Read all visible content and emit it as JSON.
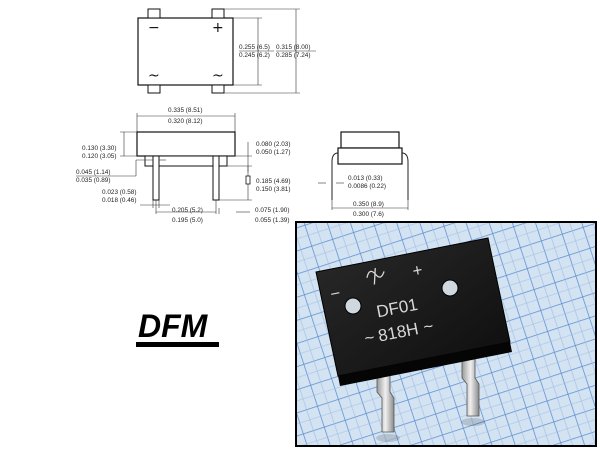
{
  "package_name": "DFM",
  "top_view": {
    "pin_symbols": [
      "−",
      "+",
      "~",
      "~"
    ],
    "height_inner": [
      "0.255 (6.5)",
      "0.245 (6.2)"
    ],
    "height_outer": [
      "0.315 (8.00)",
      "0.285 (7.24)"
    ]
  },
  "side_view": {
    "body_width": [
      "0.335 (8.51)",
      "0.320 (8.12)"
    ],
    "body_height": [
      "0.130 (3.30)",
      "0.120 (3.05)"
    ],
    "standoff": [
      "0.080 (2.03)",
      "0.050 (1.27)"
    ],
    "lead_width": [
      "0.045 (1.14)",
      "0.035 (0.89)"
    ],
    "lead_length": [
      "0.185 (4.69)",
      "0.150 (3.81)"
    ],
    "lead_thickness": [
      "0.023 (0.58)",
      "0.018 (0.46)"
    ],
    "lead_pitch": [
      "0.205 (5.2)",
      "0.195 (5.0)"
    ],
    "lead_end": [
      "0.075 (1.90)",
      "0.055 (1.39)"
    ]
  },
  "end_view": {
    "lead_gauge": [
      "0.013 (0.33)",
      "0.0086 (0.22)"
    ],
    "span": [
      "0.350 (8.9)",
      "0.300 (7.6)"
    ]
  },
  "photo": {
    "marking_line1": "DF01",
    "marking_line2": "818H",
    "symbols": [
      "−",
      "+",
      "~",
      "~"
    ],
    "colors": {
      "chip": "#1a1a1a",
      "grid_paper": "#cfe0f0",
      "grid_line": "#5a8fd0",
      "lead": "#d0d0d0"
    }
  }
}
